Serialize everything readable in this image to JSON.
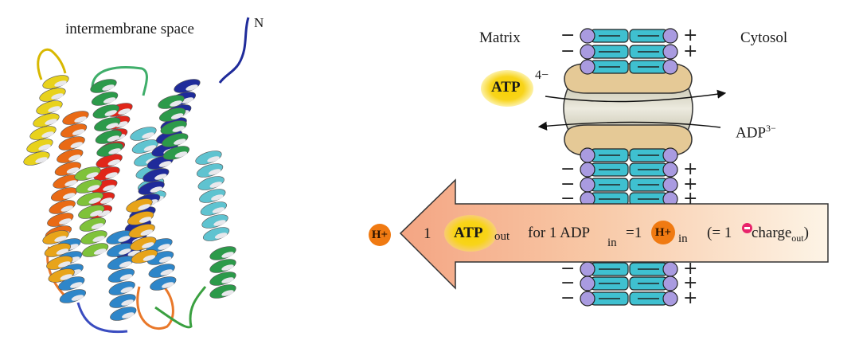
{
  "protein_panel": {
    "region_label": "intermembrane space",
    "terminus_label": "N",
    "helix_colors": [
      "#1f2b9a",
      "#2e86c9",
      "#5fc3d0",
      "#2c9a4a",
      "#7fc23a",
      "#e8d21c",
      "#e8a41a",
      "#e96a15",
      "#e0261a"
    ]
  },
  "membrane_panel": {
    "matrix_label": "Matrix",
    "cytosol_label": "Cytosol",
    "matrix_side_sign": "−",
    "cytosol_side_sign": "+",
    "atp_label": "ATP",
    "atp_charge": "4−",
    "adp_label": "ADP",
    "adp_charge": "3−",
    "colors": {
      "lipid_head": "#a99be0",
      "lipid_tail": "#3fc0d0",
      "transporter_cap": "#e5c996",
      "channel": "#d9d6c4",
      "atp_glow": "#f7d000",
      "proton": "#f07a12",
      "negative_charge": "#e8246b",
      "arrow_head": "#f4a583",
      "arrow_tail": "#fdf4e6"
    }
  },
  "summary_arrow": {
    "proton_symbol": "H+",
    "text_one": "1",
    "atp_label": "ATP",
    "out_sub": "out",
    "for_text": "for 1 ADP",
    "in_sub": "in",
    "equals_text": "=1",
    "proton_label": "H+",
    "in_sub2": "in",
    "paren_text": "(= 1",
    "charge_text": "charge",
    "charge_sub": "out",
    "close_paren": ")"
  }
}
